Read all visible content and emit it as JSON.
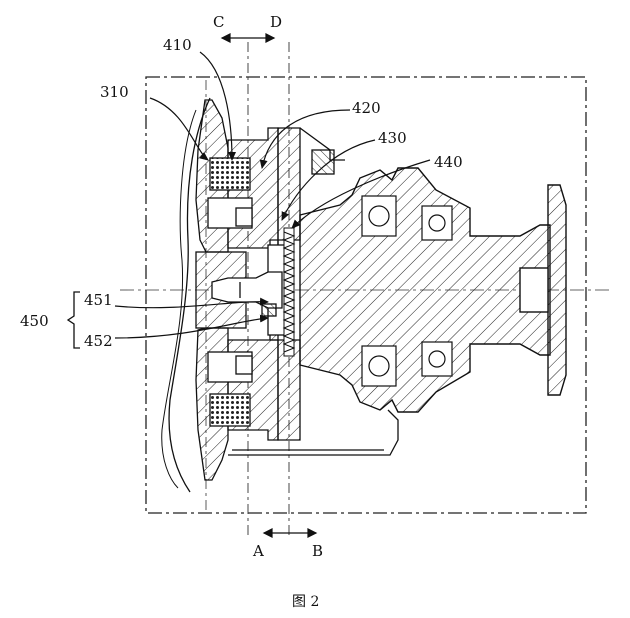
{
  "labels": {
    "c": "C",
    "d": "D",
    "a": "A",
    "b": "B",
    "r410": "410",
    "r310": "310",
    "r420": "420",
    "r430": "430",
    "r440": "440",
    "r450": "450",
    "r451": "451",
    "r452": "452"
  },
  "caption": "图 2"
}
